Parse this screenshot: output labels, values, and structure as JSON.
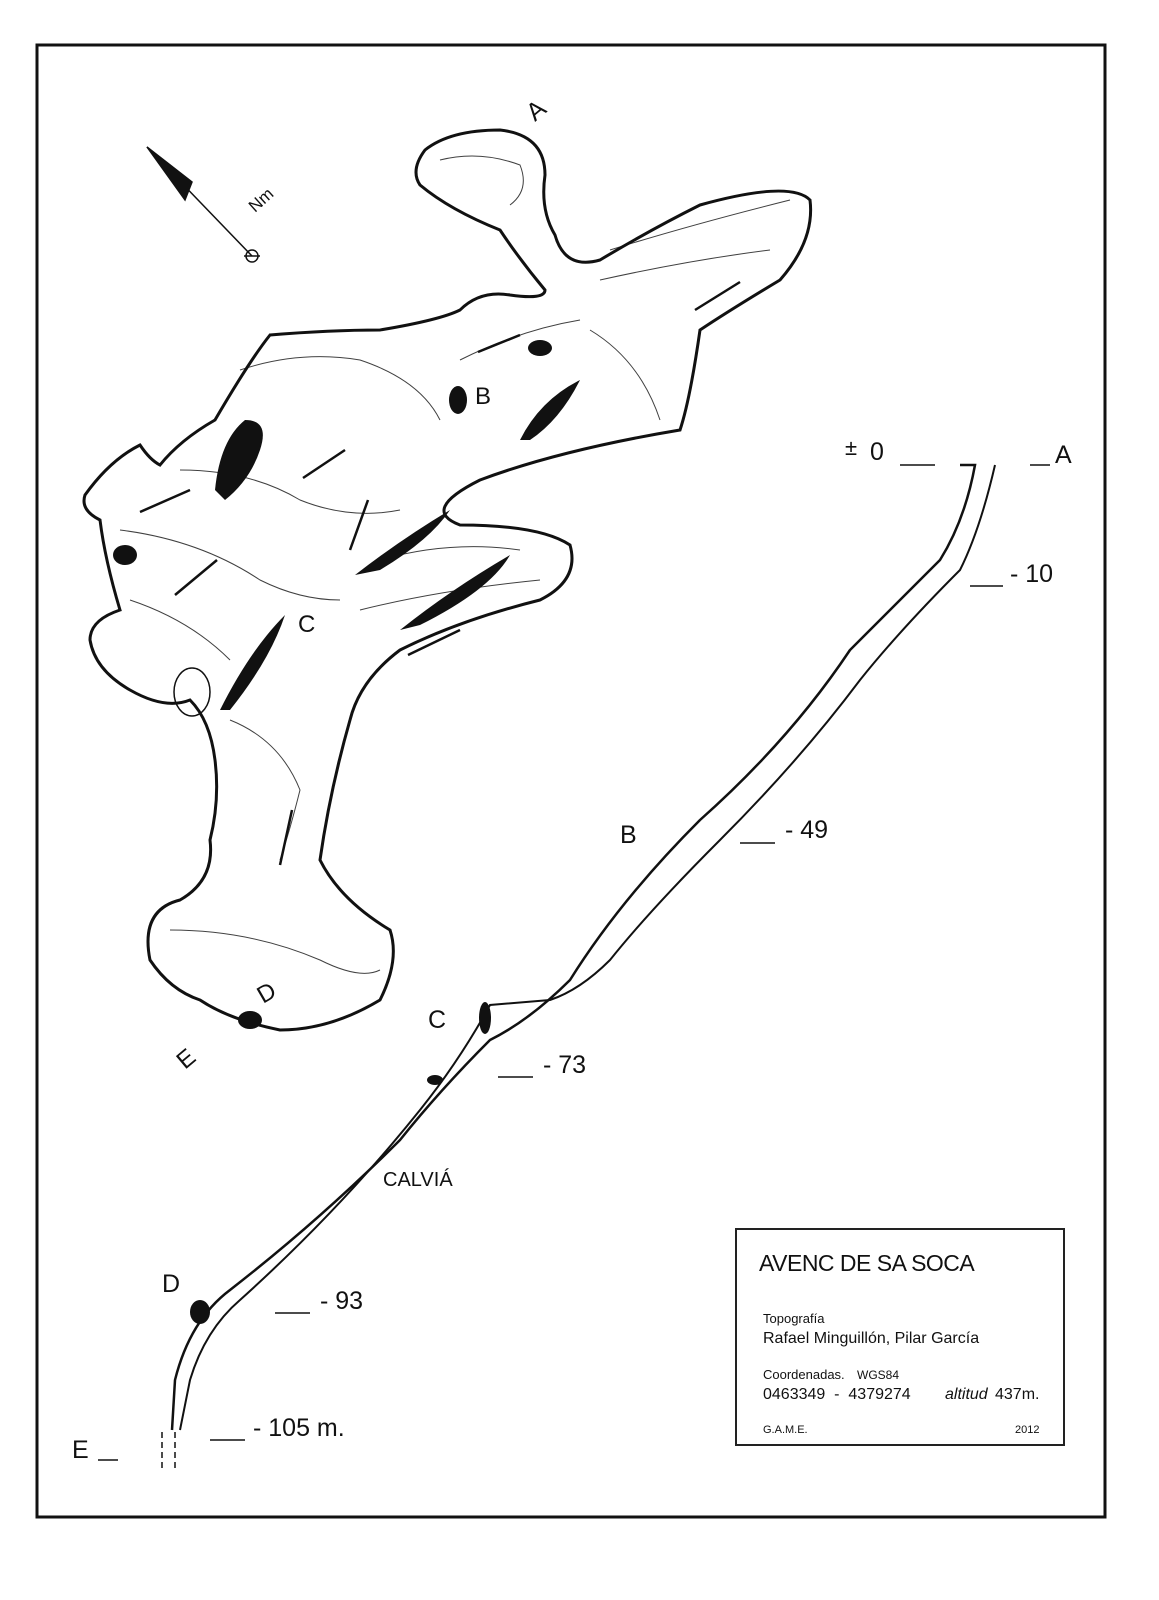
{
  "title": "AVENC DE SA SOCA",
  "legend": {
    "survey_label": "Topografía",
    "surveyors": "Rafael Minguillón, Pilar García",
    "coords_label": "Coordenadas.",
    "datum": "WGS84",
    "coordinates": "0463349  -  4379274",
    "altitude_label": "altitud",
    "altitude_value": "437m.",
    "group": "G.A.M.E.",
    "year": "2012"
  },
  "north_label": "Nm",
  "municipality": "CALVIÁ",
  "plan_points": [
    "A",
    "B",
    "C",
    "D",
    "E"
  ],
  "section": {
    "points": [
      "A",
      "B",
      "C",
      "D",
      "E"
    ],
    "depths": [
      "0",
      "- 10",
      "- 49",
      "- 73",
      "- 93",
      "- 105 m."
    ],
    "surface_symbol": "±"
  },
  "colors": {
    "ink": "#111111",
    "background": "#ffffff"
  }
}
